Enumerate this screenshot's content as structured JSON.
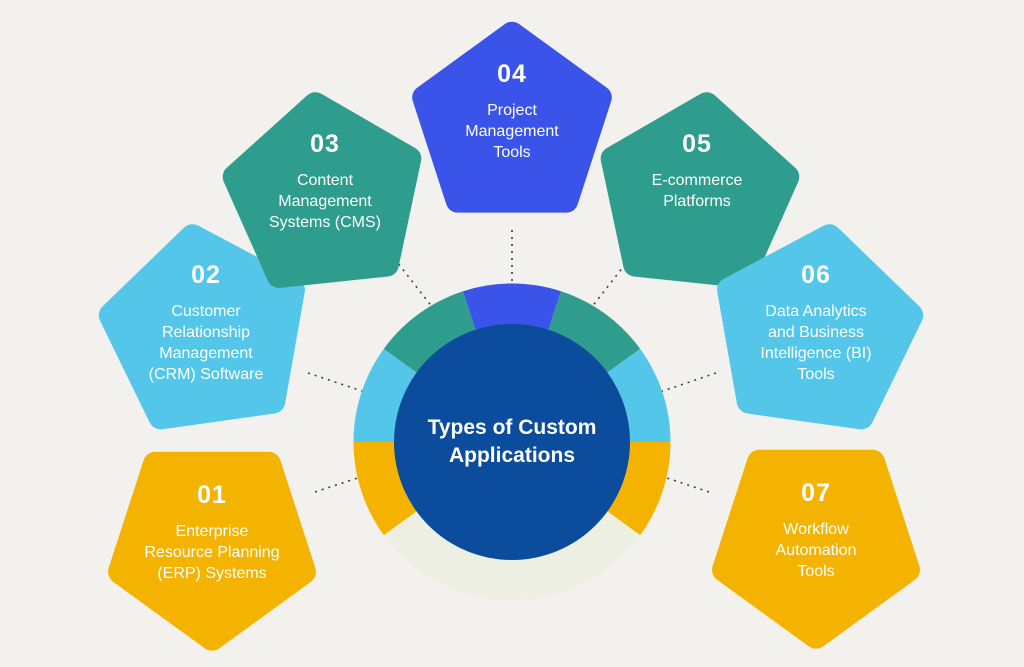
{
  "diagram": {
    "center": {
      "title": "Types of Custom Applications"
    },
    "items": [
      {
        "number": "01",
        "label": "Enterprise Resource Planning (ERP) Systems",
        "color": "#F5B301"
      },
      {
        "number": "02",
        "label": "Customer Relationship Management (CRM) Software",
        "color": "#53C6E9"
      },
      {
        "number": "03",
        "label": "Content Management Systems (CMS)",
        "color": "#2E9D8D"
      },
      {
        "number": "04",
        "label": "Project Management Tools",
        "color": "#3A53E9"
      },
      {
        "number": "05",
        "label": "E-commerce Platforms",
        "color": "#2E9D8D"
      },
      {
        "number": "06",
        "label": "Data Analytics and Business Intelligence (BI) Tools",
        "color": "#53C6E9"
      },
      {
        "number": "07",
        "label": "Workflow Automation Tools",
        "color": "#F5B301"
      }
    ],
    "colors": {
      "background": "#F2F1EE",
      "center_navy": "#0B4D9C",
      "ring_pale": "#EDEFE3",
      "connector": "#3F3F3F"
    }
  }
}
